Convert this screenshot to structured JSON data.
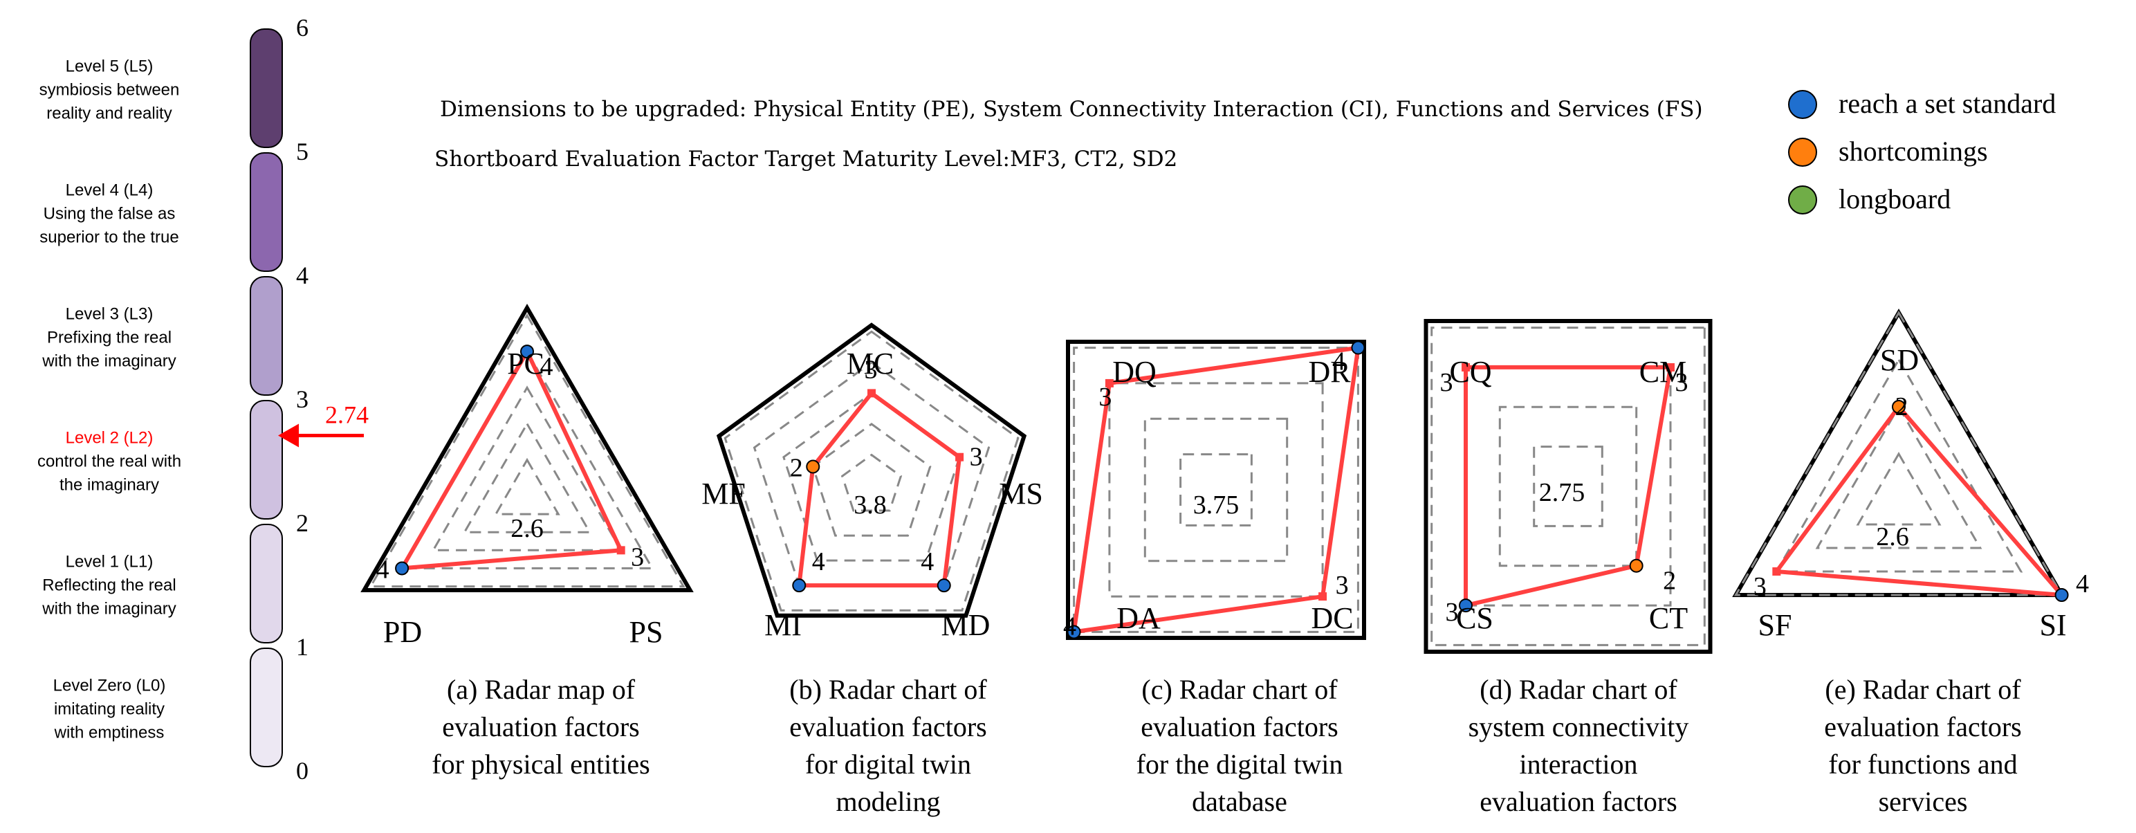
{
  "maturity_scale": {
    "ticks": [
      "0",
      "1",
      "2",
      "3",
      "4",
      "5",
      "6"
    ],
    "levels": [
      {
        "lines": [
          "Level Zero (L0)",
          "imitating reality",
          "with emptiness"
        ],
        "fill": "#ede8f3",
        "highlight": false
      },
      {
        "lines": [
          "Level 1 (L1)",
          "Reflecting the real",
          "with the imaginary"
        ],
        "fill": "#e1d8eb",
        "highlight": false
      },
      {
        "lines": [
          "Level 2 (L2)",
          "control the real with",
          "the imaginary"
        ],
        "fill": "#cfc1e0",
        "highlight": true
      },
      {
        "lines": [
          "Level 3 (L3)",
          "Prefixing the real",
          "with the imaginary"
        ],
        "fill": "#b09fcc",
        "highlight": false
      },
      {
        "lines": [
          "Level 4 (L4)",
          "Using the false as",
          "superior to the true"
        ],
        "fill": "#8c67ae",
        "highlight": false
      },
      {
        "lines": [
          "Level 5 (L5)",
          "symbiosis between",
          "reality and reality"
        ],
        "fill": "#5e3f6f",
        "highlight": false
      }
    ],
    "current_value": 2.74,
    "current_label": "2.74",
    "highlight_color": "#ff0000"
  },
  "notes": {
    "line1": "Dimensions to be upgraded: Physical Entity (PE), System Connectivity Interaction (CI), Functions and Services (FS)",
    "line2": "Shortboard Evaluation Factor Target Maturity Level:MF3, CT2, SD2"
  },
  "legend": {
    "items": [
      {
        "label": "reach a set standard",
        "color": "#1f6fcf"
      },
      {
        "label": "shortcomings",
        "color": "#ff7f0e"
      },
      {
        "label": "longboard",
        "color": "#70ad47"
      }
    ]
  },
  "colors": {
    "polygon_line": "#ff4040",
    "outline": "#000000",
    "grid": "#888888"
  },
  "chart_data": [
    {
      "type": "radar",
      "shape": "triangle",
      "axes": [
        "PC",
        "PS",
        "PD"
      ],
      "values": [
        4,
        3,
        4
      ],
      "value_labels": [
        "4",
        "3",
        "4"
      ],
      "point_status": [
        "standard",
        "none",
        "standard"
      ],
      "center_value": "2.6",
      "caption": [
        "(a) Radar map of",
        "evaluation factors",
        "for physical entities"
      ],
      "range": [
        0,
        5
      ]
    },
    {
      "type": "radar",
      "shape": "pentagon",
      "axes": [
        "MC",
        "MS",
        "MD",
        "MI",
        "MF"
      ],
      "values": [
        3,
        3,
        4,
        4,
        2
      ],
      "value_labels": [
        "3",
        "3",
        "4",
        "4",
        "2"
      ],
      "point_status": [
        "none",
        "none",
        "standard",
        "standard",
        "shortcoming"
      ],
      "center_value": "3.8",
      "caption": [
        "(b) Radar chart of",
        "evaluation factors",
        "for digital twin",
        "modeling"
      ],
      "range": [
        0,
        5
      ]
    },
    {
      "type": "radar",
      "shape": "square",
      "axes": [
        "DR",
        "DC",
        "DA",
        "DQ"
      ],
      "values": [
        4,
        3,
        4,
        3
      ],
      "value_labels": [
        "4",
        "3",
        "4",
        "3"
      ],
      "point_status": [
        "standard",
        "none",
        "standard",
        "none"
      ],
      "center_value": "3.75",
      "caption": [
        "(c) Radar chart of",
        "evaluation factors",
        "for the digital twin",
        "database"
      ],
      "range": [
        0,
        4
      ]
    },
    {
      "type": "radar",
      "shape": "square",
      "axes": [
        "CM",
        "CT",
        "CS",
        "CQ"
      ],
      "values": [
        3,
        2,
        3,
        3
      ],
      "value_labels": [
        "3",
        "2",
        "3",
        "3"
      ],
      "point_status": [
        "none",
        "shortcoming",
        "standard",
        "none"
      ],
      "center_value": "2.75",
      "caption": [
        "(d) Radar chart of",
        "system connectivity",
        "interaction",
        "evaluation factors"
      ],
      "range": [
        0,
        4
      ]
    },
    {
      "type": "radar",
      "shape": "triangle",
      "axes": [
        "SD",
        "SI",
        "SF"
      ],
      "values": [
        2,
        4,
        3
      ],
      "value_labels": [
        "2",
        "4",
        "3"
      ],
      "point_status": [
        "shortcoming",
        "standard",
        "none"
      ],
      "center_value": "2.6",
      "caption": [
        "(e) Radar chart of",
        "evaluation factors",
        "for functions and",
        "services"
      ],
      "range": [
        0,
        4
      ]
    }
  ]
}
